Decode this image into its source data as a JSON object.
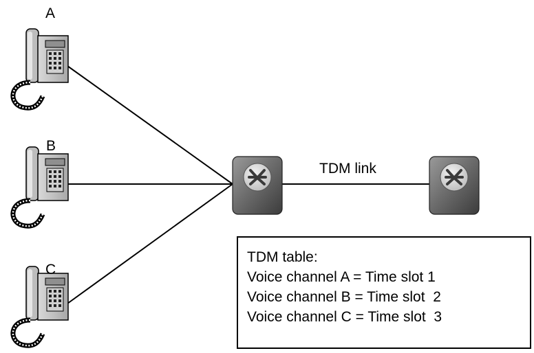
{
  "phones": [
    {
      "id": "A",
      "label": "A"
    },
    {
      "id": "B",
      "label": "B"
    },
    {
      "id": "C",
      "label": "C"
    }
  ],
  "link": {
    "label": "TDM link"
  },
  "table": {
    "title": "TDM table:",
    "rows": [
      "Voice channel A = Time slot 1",
      "Voice channel B = Time slot  2",
      "Voice channel C = Time slot  3"
    ]
  },
  "icons": {
    "phone": "telephone-icon",
    "switch": "switch-icon"
  }
}
